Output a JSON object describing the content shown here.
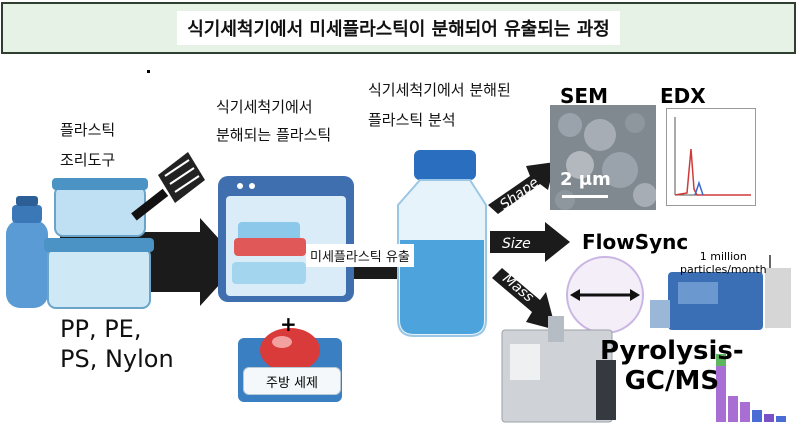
{
  "title": "식기세척기에서 미세플라스틱이 분해되어 유출되는 과정",
  "labels": {
    "utensils_line1": "플라스틱",
    "utensils_line2": "조리도구",
    "plastic_types_line1": "PP, PE,",
    "plastic_types_line2": "PS, Nylon",
    "dishwasher_line1": "식기세척기에서",
    "dishwasher_line2": "분해되는 플라스틱",
    "analysis_line1": "식기세척기에서 분해된",
    "analysis_line2": "플라스틱 분석",
    "plus": "+",
    "detergent": "주방 세제",
    "microplastic_release": "미세플라스틱 유출",
    "sem": "SEM",
    "edx": "EDX",
    "scale_bar": "2 μm",
    "arrow_shape": "Shape",
    "arrow_size": "Size",
    "arrow_mass": "Mass",
    "flowsync": "FlowSync",
    "flowsync_sub1": "1 million",
    "flowsync_sub2": "particles/month",
    "pyrolysis_line1": "Pyrolysis-",
    "pyrolysis_line2": "GC/MS"
  },
  "colors": {
    "title_bg": "#e7f2e7",
    "arrow": "#1b1b1b",
    "bottle_liquid": "#4da3dc",
    "dishwasher": "#3f6fae",
    "detergent": "#d93a3a"
  },
  "icons": [
    "water-bottle-icon",
    "food-container-icon",
    "spatula-icon",
    "dishwasher-icon",
    "detergent-icon",
    "bottle-icon",
    "particle-sphere-icon",
    "analyzer-icon",
    "gc-ms-icon"
  ]
}
